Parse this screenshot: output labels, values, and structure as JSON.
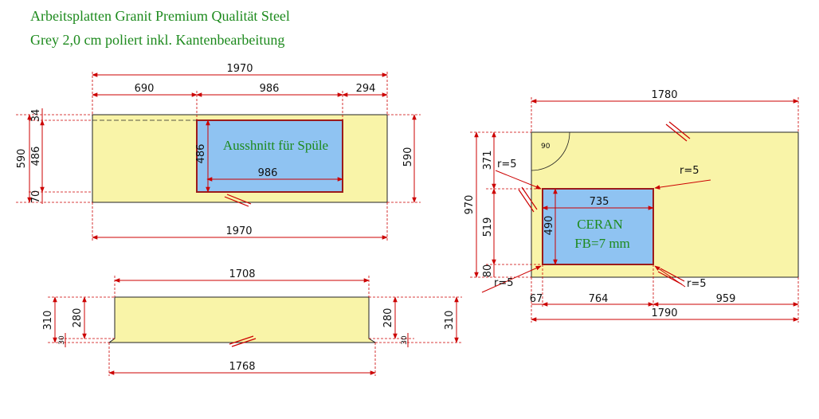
{
  "header": {
    "line1": "Arbeitsplatten Granit Premium Qualität Steel",
    "line2": "Grey 2,0 cm poliert inkl. Kantenbearbeitung"
  },
  "colors": {
    "slab_fill": "#f9f4a8",
    "cutout_fill": "#8fc3f2",
    "dim_line": "#cc0000",
    "label_green": "#1d8a1d"
  },
  "panel_a": {
    "top_total": "1970",
    "top_left": "690",
    "top_mid": "986",
    "top_right": "294",
    "left_total": "590",
    "left_mid": "486",
    "left_top": "34",
    "left_bottom": "70",
    "right_total": "590",
    "cutout_label": "Ausshnitt für Spüle",
    "cutout_width": "986",
    "cutout_height": "486",
    "bottom_total": "1970"
  },
  "panel_b": {
    "top": "1708",
    "left_total": "310",
    "left_mid": "280",
    "left_bottom": "30",
    "right_mid": "280",
    "right_total": "310",
    "right_bottom": "30",
    "bottom": "1768"
  },
  "panel_c": {
    "top_total": "1780",
    "corner_angle": "90",
    "left_total": "970",
    "left_top": "371",
    "left_mid": "519",
    "left_bottom": "80",
    "radius_tl": "r=5",
    "radius_tr": "r=5",
    "radius_bl": "r=5",
    "radius_br": "r=5",
    "cutout_width": "735",
    "cutout_height": "490",
    "cutout_label1": "CERAN",
    "cutout_label2": "FB=7 mm",
    "bottom_a": "67",
    "bottom_b": "764",
    "bottom_c": "959",
    "bottom_total": "1790"
  }
}
